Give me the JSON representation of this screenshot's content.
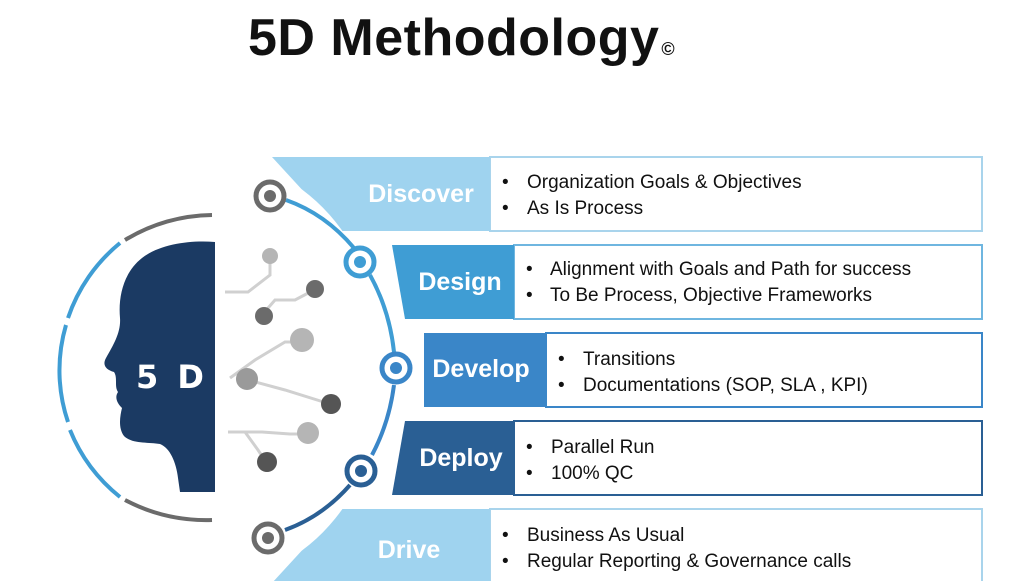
{
  "title": "5D Methodology",
  "copyright_mark": "©",
  "head_label": "5 D",
  "stages": [
    {
      "name": "Discover",
      "bullets": [
        "Organization Goals & Objectives",
        "As Is Process"
      ]
    },
    {
      "name": "Design",
      "bullets": [
        "Alignment with Goals and Path for success",
        "To Be Process, Objective Frameworks"
      ]
    },
    {
      "name": "Develop",
      "bullets": [
        "Transitions",
        "Documentations (SOP, SLA , KPI)"
      ]
    },
    {
      "name": "Deploy",
      "bullets": [
        "Parallel Run",
        "100% QC"
      ]
    },
    {
      "name": "Drive",
      "bullets": [
        "Business As Usual",
        "Regular Reporting & Governance calls"
      ]
    }
  ],
  "colors": {
    "discover": "#9fd3ef",
    "design": "#3f9dd4",
    "develop": "#3a86c8",
    "deploy": "#2a5f94",
    "drive": "#9fd3ef",
    "head": "#1b3a63",
    "gray": "#6b6b6b",
    "border": "#a9d4ec"
  },
  "icons": {
    "circuit": "circuit-node-icon",
    "head": "human-head-profile-icon"
  }
}
